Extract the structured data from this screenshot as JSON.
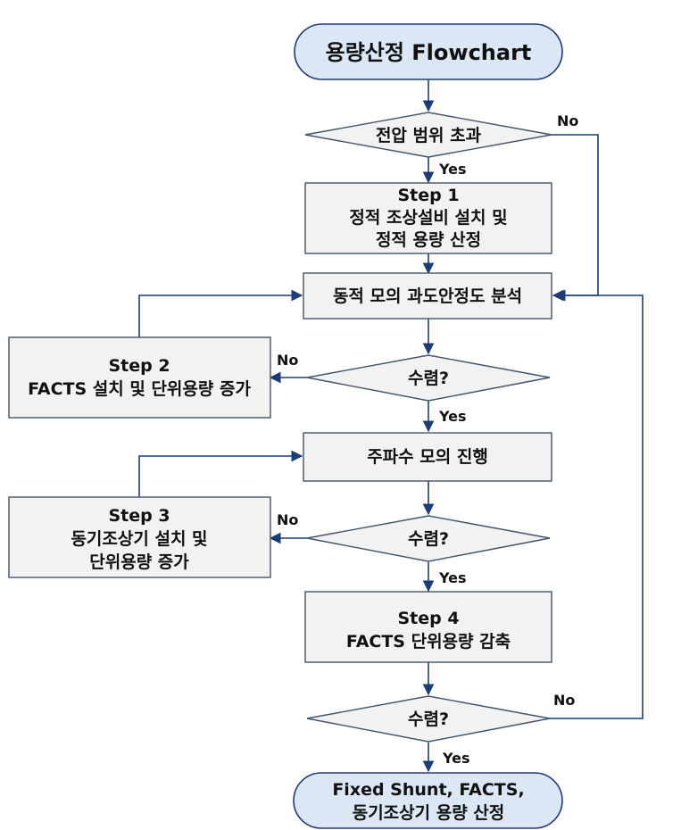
{
  "colors": {
    "terminal_fill": "#dbe7f5",
    "terminal_stroke": "#1f3b73",
    "box_fill": "#f2f2f2",
    "box_stroke": "#44546a",
    "arrow": "#1f3b73"
  },
  "nodes": {
    "start": {
      "line1": "용량산정 Flowchart"
    },
    "dec_voltage": {
      "line1": "전압 범위 초과"
    },
    "step1": {
      "line1": "Step 1",
      "line2": "정적 조상설비 설치 및",
      "line3": "정적 용량 산정"
    },
    "dynamic": {
      "line1": "동적 모의 과도안정도 분석"
    },
    "dec_conv1": {
      "line1": "수렴?"
    },
    "step2": {
      "line1": "Step 2",
      "line2": "FACTS 설치 및 단위용량 증가"
    },
    "freq": {
      "line1": "주파수 모의 진행"
    },
    "dec_conv2": {
      "line1": "수렴?"
    },
    "step3": {
      "line1": "Step 3",
      "line2": "동기조상기 설치 및",
      "line3": "단위용량 증가"
    },
    "step4": {
      "line1": "Step 4",
      "line2": "FACTS 단위용량 감축"
    },
    "dec_conv3": {
      "line1": "수렴?"
    },
    "end": {
      "line1": "Fixed Shunt, FACTS,",
      "line2": "동기조상기 용량 산정"
    }
  },
  "edge_labels": {
    "voltage_no": "No",
    "voltage_yes": "Yes",
    "conv1_no": "No",
    "conv1_yes": "Yes",
    "conv2_no": "No",
    "conv2_yes": "Yes",
    "conv3_no": "No",
    "conv3_yes": "Yes"
  }
}
